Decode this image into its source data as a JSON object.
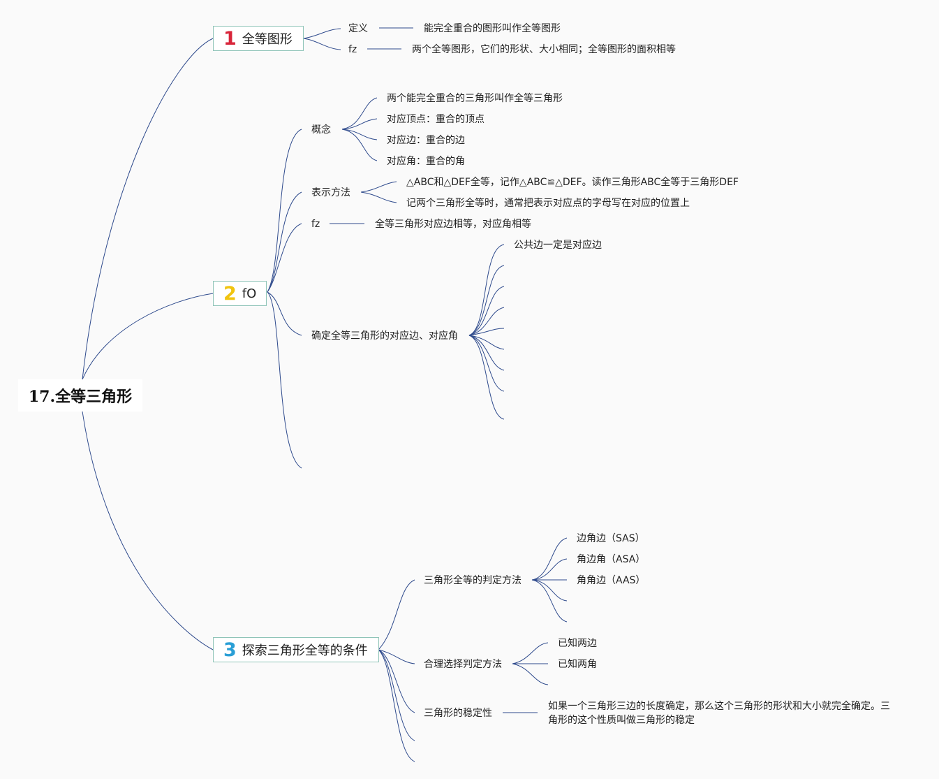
{
  "root": {
    "title": "17.全等三角形"
  },
  "branch1": {
    "badge": "1",
    "title": "全等图形",
    "definition_label": "定义",
    "definition_text": "能完全重合的图形叫作全等图形",
    "fz_label": "fz",
    "fz_text": "两个全等图形，它们的形状、大小相同；全等图形的面积相等"
  },
  "branch2": {
    "badge": "2",
    "title": "fO",
    "concept": {
      "label": "概念",
      "items": [
        "两个能完全重合的三角形叫作全等三角形",
        "对应顶点：重合的顶点",
        "对应边：重合的边",
        "对应角：重合的角"
      ]
    },
    "notation": {
      "label": "表示方法",
      "items": [
        "△ABC和△DEF全等，记作△ABC≌△DEF。读作三角形ABC全等于三角形DEF",
        "记两个三角形全等时，通常把表示对应点的字母写在对应的位置上"
      ]
    },
    "fz": {
      "label": "fz",
      "text": "全等三角形对应边相等，对应角相等"
    },
    "determine": {
      "label": "确定全等三角形的对应边、对应角",
      "items": [
        "公共边一定是对应边"
      ]
    }
  },
  "branch3": {
    "badge": "3",
    "title": "探索三角形全等的条件",
    "criteria": {
      "label": "三角形全等的判定方法",
      "items": [
        "边角边（SAS）",
        "角边角（ASA）",
        "角角边（AAS）"
      ]
    },
    "choose": {
      "label": "合理选择判定方法",
      "items": [
        "已知两边",
        "已知两角"
      ]
    },
    "stability": {
      "label": "三角形的稳定性",
      "text": "如果一个三角形三边的长度确定，那么这个三角形的形状和大小就完全确定。三角形的这个性质叫做三角形的稳定"
    }
  },
  "colors": {
    "link": "#2e4a8c",
    "badge1": "#d8253a",
    "badge2": "#f1c40f",
    "badge3": "#2a9fd6",
    "border": "#8fc4b8"
  }
}
